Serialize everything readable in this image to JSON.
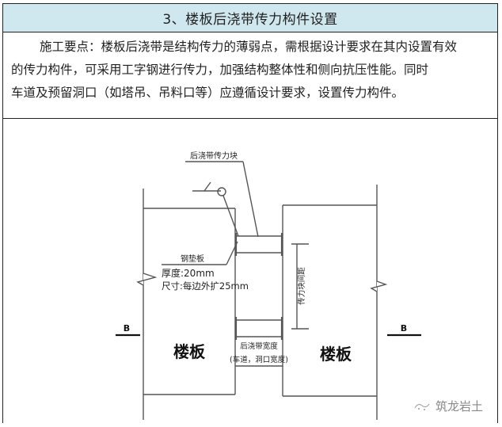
{
  "header": {
    "title": "3、楼板后浇带传力构件设置"
  },
  "body_text": {
    "line1": "施工要点：楼板后浇带是结构传力的薄弱点，需根据设计要求在其内设置有效",
    "line2": "的传力构件，可采用工字钢进行传力，加强结构整体性和侧向抗压性能。同时",
    "line3": "车道及预留洞口（如塔吊、吊料口等）应遵循设计要求，设置传力构件。"
  },
  "drawing": {
    "leader_label_top": "后浇带传力块",
    "steel_plate_label": "钢垫板",
    "thickness_label": "厚度:20mm",
    "size_label": "尺寸:每边外扩25mm",
    "dimension_label": "传力块间距",
    "slab_left": "楼板",
    "slab_right": "楼板",
    "gap_label_line1": "后浇带宽度",
    "gap_label_line2": "(车道，洞口宽度)",
    "section_left": "B",
    "section_right": "B",
    "line_color": "#555555"
  },
  "watermark": {
    "text": "筑龙岩土",
    "icon": "wechat-logo-icon"
  }
}
